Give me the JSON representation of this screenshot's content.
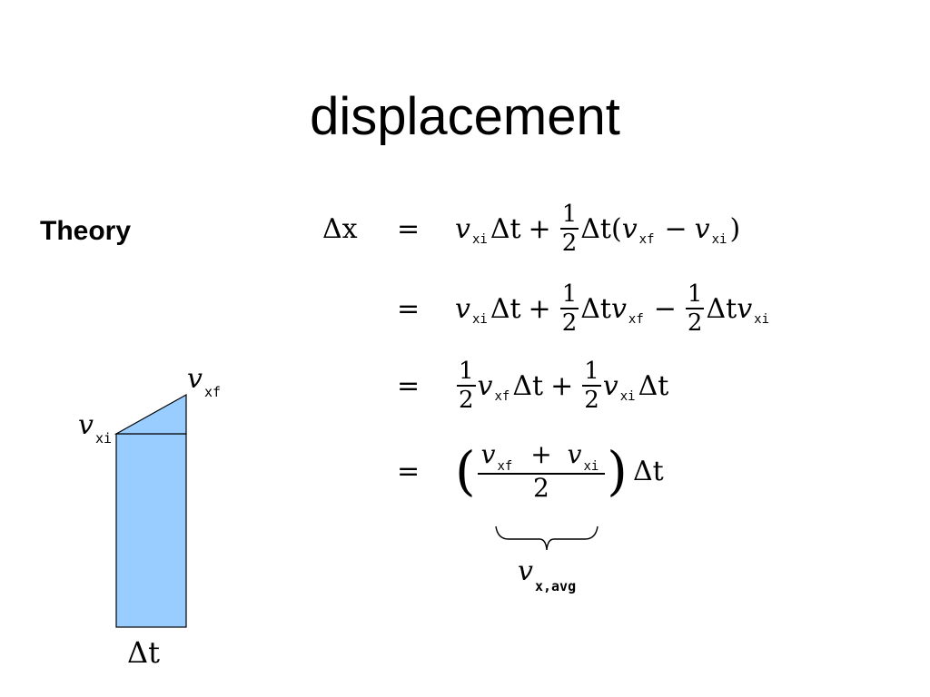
{
  "slide": {
    "title": "displacement",
    "section_label": "Theory"
  },
  "diagram": {
    "v_initial_symbol": "v",
    "v_initial_sub": "xi",
    "v_final_symbol": "v",
    "v_final_sub": "xf",
    "dt_label": "Δt",
    "fill_color": "#99ccff",
    "stroke_color": "#000000"
  },
  "equations": {
    "lhs": "Δx",
    "equals": "=",
    "v": "v",
    "sub_xi": "xi",
    "sub_xf": "xf",
    "dt": "Δt",
    "plus": "+",
    "minus": "−",
    "half_num": "1",
    "half_den": "2",
    "lparen": "(",
    "rparen": ")",
    "avg_den": "2",
    "brace_label_symbol": "v",
    "brace_label_sub": "x,avg"
  }
}
